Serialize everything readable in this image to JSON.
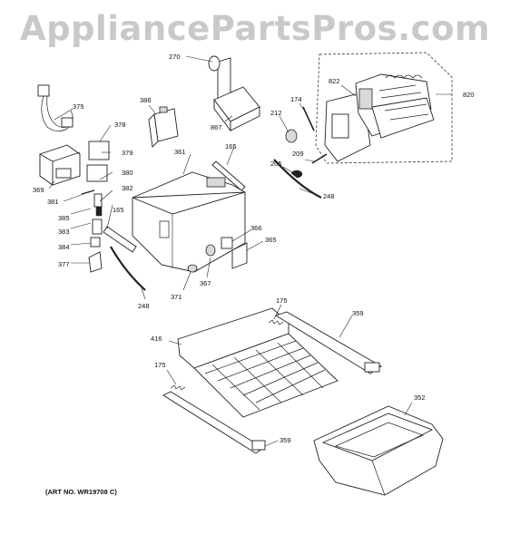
{
  "watermark": "AppliancePartsPros.com",
  "art_number": "(ART NO. WR19708 C)",
  "parts": {
    "p270": "270",
    "p820": "820",
    "p822": "822",
    "p174": "174",
    "p212": "212",
    "p209": "209",
    "p205": "205",
    "p248a": "248",
    "p375": "375",
    "p386": "386",
    "p867": "867",
    "p378": "378",
    "p379": "379",
    "p361": "361",
    "p165a": "165",
    "p380": "380",
    "p382": "382",
    "p369": "369",
    "p381": "381",
    "p385": "385",
    "p165b": "165",
    "p383": "383",
    "p384": "384",
    "p377": "377",
    "p366": "366",
    "p365": "365",
    "p371": "371",
    "p367": "367",
    "p248b": "248",
    "p175a": "175",
    "p359a": "359",
    "p416": "416",
    "p175b": "175",
    "p352": "352",
    "p359b": "359"
  }
}
